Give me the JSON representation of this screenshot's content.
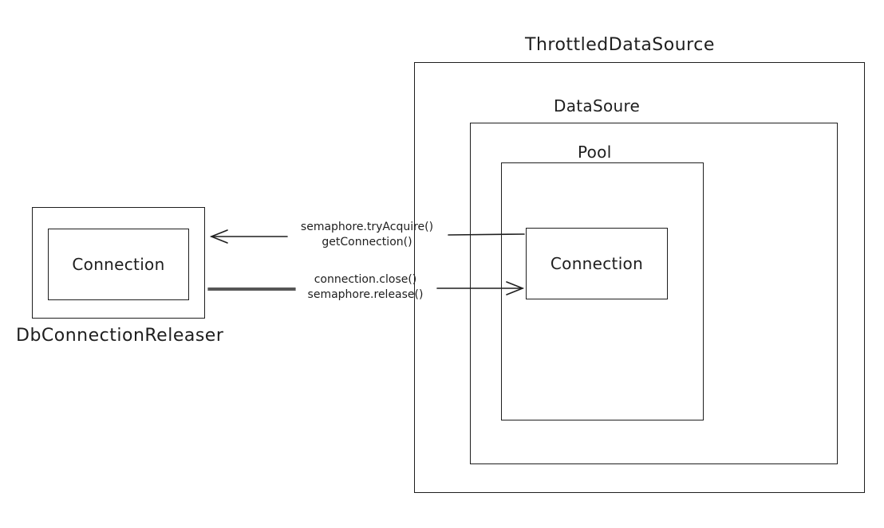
{
  "diagram": {
    "throttled_title": "ThrottledDataSource",
    "datasource_title": "DataSoure",
    "pool_title": "Pool",
    "pool_connection_label": "Connection",
    "releaser_connection_label": "Connection",
    "releaser_title": "DbConnectionReleaser",
    "acquire_arrow": {
      "line1": "semaphore.tryAcquire()",
      "line2": "getConnection()"
    },
    "release_arrow": {
      "line1": "connection.close()",
      "line2": "semaphore.release()"
    }
  }
}
